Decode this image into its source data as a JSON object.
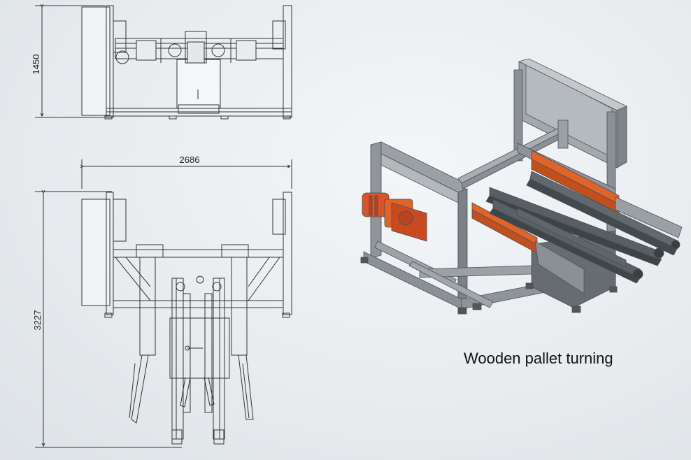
{
  "drawing": {
    "dimension_height_top": "1450",
    "dimension_width": "2686",
    "dimension_height_bottom": "3227",
    "caption": "Wooden pallet turning"
  },
  "colors": {
    "line": "#333333",
    "steel": "#8f959b",
    "steel_dark": "#5c6267",
    "accent": "#e0642a",
    "motor": "#d9532b"
  }
}
